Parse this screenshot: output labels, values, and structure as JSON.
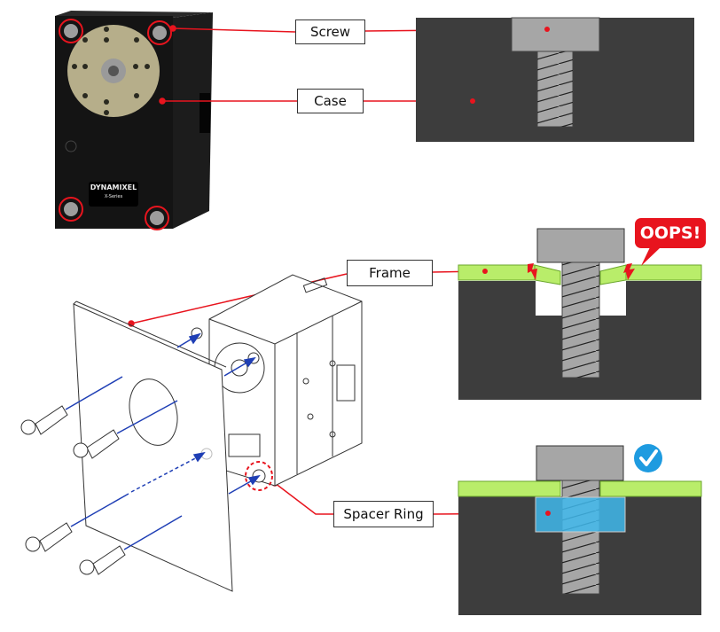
{
  "labels": {
    "screw": "Screw",
    "case": "Case",
    "frame": "Frame",
    "spacer_ring": "Spacer Ring",
    "oops": "OOPS!"
  },
  "product": {
    "brand": "DYNAMIXEL",
    "series": "X-Series"
  },
  "colors": {
    "callout_line": "#e8141e",
    "case_section": "#3d3d3d",
    "screw": "#a6a6a6",
    "frame": "#b9ed6a",
    "spacer_ring": "#3fb8ec",
    "check": "#1e9be0",
    "guide_line": "#1f3fb5"
  },
  "icons": [
    "check-icon",
    "spark-icon"
  ]
}
